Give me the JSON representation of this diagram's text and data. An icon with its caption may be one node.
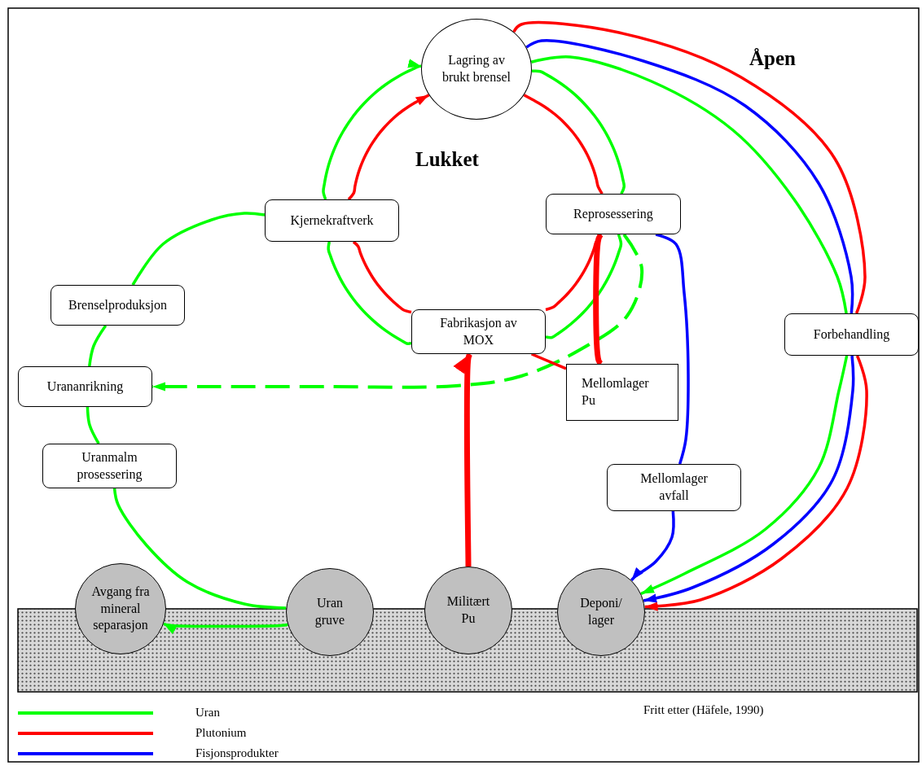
{
  "diagram": {
    "nodes": [
      {
        "text": [
          "Lagring av brukt brensel"
        ]
      },
      {
        "text": [
          "Kjernekraftverk"
        ]
      },
      {
        "text": [
          "Reprosessering"
        ]
      },
      {
        "text": [
          "Fabrikasjon av MOX"
        ]
      },
      {
        "text": [
          "Mellomlager Pu"
        ]
      },
      {
        "text": [
          "Brenselproduksjon"
        ]
      },
      {
        "text": [
          "Urananrikning"
        ]
      },
      {
        "text": [
          "Uranmalm prosessering"
        ]
      },
      {
        "text": [
          "Forbehandling"
        ]
      },
      {
        "text": [
          "Mellomlager avfall"
        ]
      },
      {
        "text": [
          "Avgang fra mineral separasjon"
        ]
      },
      {
        "text": [
          "Uran gruve"
        ]
      },
      {
        "text": [
          "Militært Pu"
        ]
      },
      {
        "text": [
          "Deponi/ lager"
        ]
      }
    ],
    "edges": [
      {
        "from": 11,
        "to": 7,
        "arrow": "none"
      },
      {
        "from": 7,
        "to": 6,
        "arrow": "none"
      },
      {
        "from": 6,
        "to": 5,
        "arrow": "none"
      },
      {
        "from": 5,
        "to": 1,
        "arrow": "none"
      },
      {
        "from": 1,
        "to": 0,
        "arrow": "to"
      },
      {
        "from": 1,
        "to": 3,
        "arrow": "none"
      },
      {
        "from": 3,
        "to": 2,
        "arrow": "none"
      },
      {
        "from": 2,
        "to": 0,
        "arrow": "none"
      },
      {
        "from": 3,
        "to": 1,
        "arrow": "none",
        "color": "#ff0000"
      },
      {
        "from": 1,
        "to": 0,
        "arrow": "to",
        "color": "#ff0000"
      },
      {
        "from": 0,
        "to": 2,
        "arrow": "none",
        "color": "#ff0000"
      },
      {
        "from": 2,
        "to": 3,
        "arrow": "none",
        "color": "#ff0000"
      },
      {
        "from": 2,
        "to": 6,
        "arrow": "to",
        "style": "dashed"
      },
      {
        "from": 2,
        "to": 4,
        "arrow": "none",
        "style": "thick",
        "color": "#ff0000"
      },
      {
        "from": 4,
        "to": 3,
        "arrow": "none",
        "color": "#ff0000"
      },
      {
        "from": 12,
        "to": 3,
        "arrow": "to",
        "style": "thick",
        "color": "#ff0000"
      },
      {
        "from": 0,
        "to": 8,
        "arrow": "none"
      },
      {
        "from": 0,
        "to": 8,
        "arrow": "none",
        "color": "#0000ff"
      },
      {
        "from": 0,
        "to": 8,
        "arrow": "none",
        "color": "#ff0000"
      },
      {
        "from": 8,
        "to": 13,
        "arrow": "to"
      },
      {
        "from": 8,
        "to": 13,
        "arrow": "to",
        "color": "#0000ff"
      },
      {
        "from": 8,
        "to": 13,
        "arrow": "to",
        "color": "#ff0000"
      },
      {
        "from": 2,
        "to": 9,
        "arrow": "none",
        "color": "#0000ff"
      },
      {
        "from": 9,
        "to": 13,
        "arrow": "to",
        "color": "#0000ff"
      },
      {
        "from": 11,
        "to": 10,
        "arrow": "to"
      }
    ],
    "labels": [
      "Lukket",
      "Åpen",
      "Fritt etter (Häfele, 1990)"
    ],
    "legend": [
      {
        "text": "Uran",
        "color": "#00ff00"
      },
      {
        "text": "Plutonium",
        "color": "#ff0000"
      },
      {
        "text": "Fisjonsprodukter",
        "color": "#0000ff"
      }
    ]
  }
}
